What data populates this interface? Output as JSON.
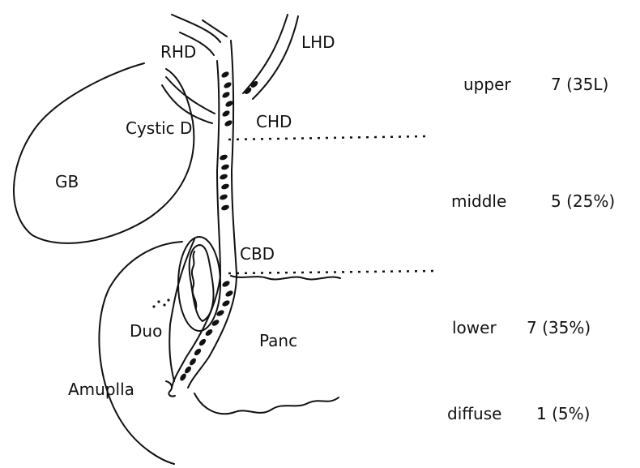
{
  "labels": {
    "rhd": "RHD",
    "lhd": "LHD",
    "cystic_duct": "Cystic D",
    "chd": "CHD",
    "gb": "GB",
    "cbd": "CBD",
    "duo": "Duo",
    "panc": "Panc",
    "ampulla": "Amuplla"
  },
  "locations": [
    {
      "name": "upper",
      "value": "7 (35L)"
    },
    {
      "name": "middle",
      "value": "5 (25%)"
    },
    {
      "name": "lower",
      "value": "7 (35%)"
    },
    {
      "name": "diffuse",
      "value": "1 (5%)"
    }
  ],
  "colors": {
    "ink": "#111111",
    "background": "#ffffff"
  }
}
